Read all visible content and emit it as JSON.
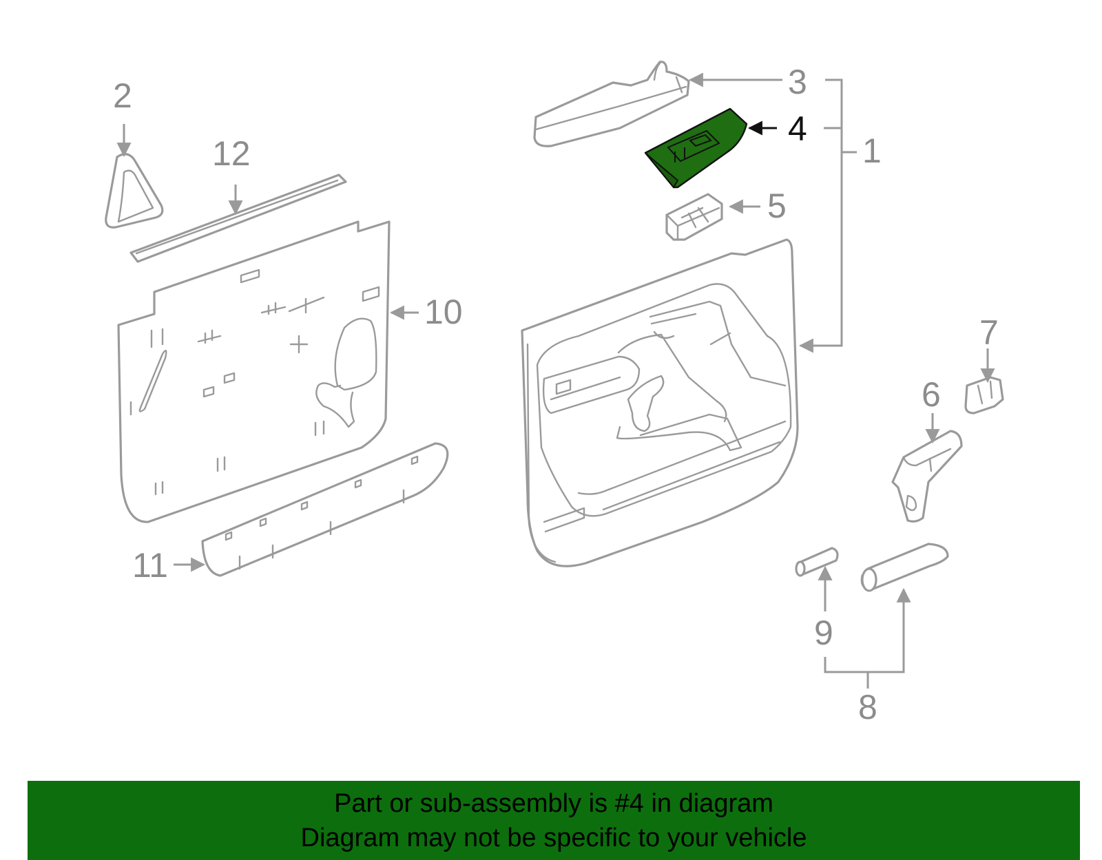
{
  "diagram": {
    "highlighted_part": "4",
    "highlight_color": "#1f6e12",
    "line_color": "#9a9a9a",
    "callouts": [
      "1",
      "2",
      "3",
      "4",
      "5",
      "6",
      "7",
      "8",
      "9",
      "10",
      "11",
      "12"
    ]
  },
  "banner": {
    "background": "#0d6e0d",
    "line1": "Part or sub-assembly is #4 in diagram",
    "line2": "Diagram may not be specific to your vehicle"
  }
}
